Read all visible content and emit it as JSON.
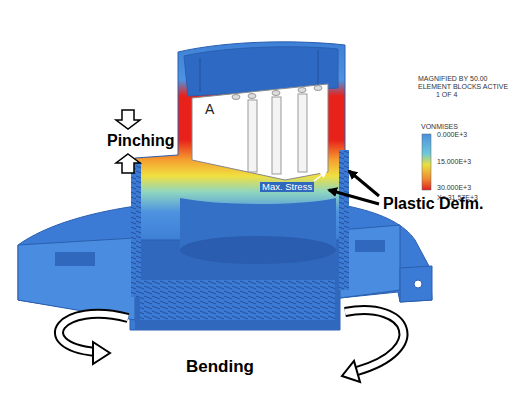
{
  "diagram": {
    "labels": [
      "Pinching",
      "A",
      "Max. Stress",
      "Plastic Defm.",
      "Bending",
      "MAGNIFIED BY 50.00",
      "ELEMENT BLOCKS ACTIVE",
      "1 OF 4",
      "VONMISES",
      "0.000E+3",
      "15.000E+3",
      "30.000E+3",
      "X= 31.57E+3"
    ]
  }
}
